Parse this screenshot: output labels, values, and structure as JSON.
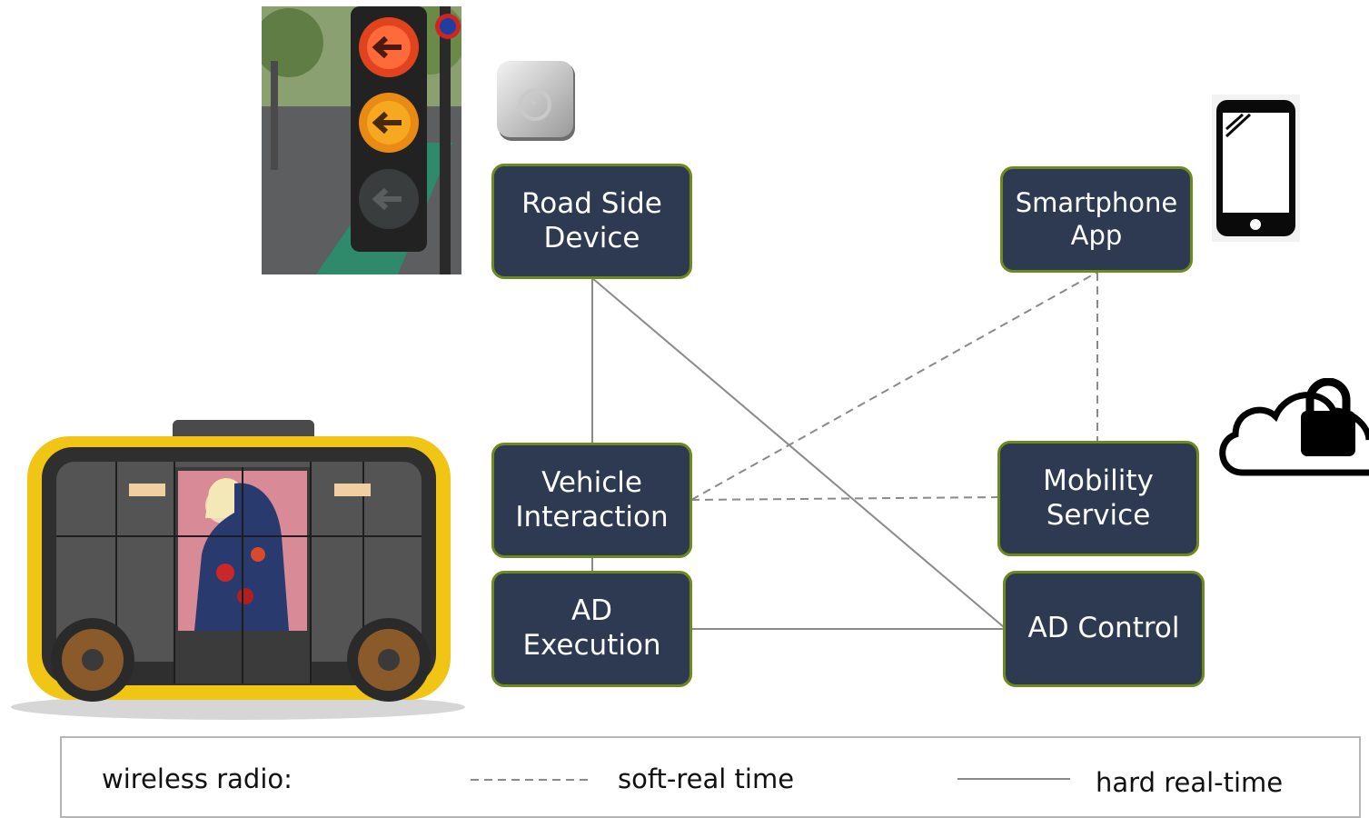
{
  "nodes": {
    "road_side_device": "Road Side\nDevice",
    "smartphone_app": "Smartphone\nApp",
    "vehicle_interaction": "Vehicle\nInteraction",
    "mobility_service": "Mobility\nService",
    "ad_execution": "AD\nExecution",
    "ad_control": "AD Control"
  },
  "legend": {
    "title": "wireless radio:",
    "soft": "soft-real time",
    "hard": "hard real-time"
  },
  "colors": {
    "node_fill": "#2d3a52",
    "node_border": "#6d8a1c",
    "connector": "#8a8a8a"
  },
  "icons": [
    "traffic-light-photo",
    "road-side-device-icon",
    "smartphone-icon",
    "cloud-lock-icon",
    "shuttle-bus-photo"
  ]
}
